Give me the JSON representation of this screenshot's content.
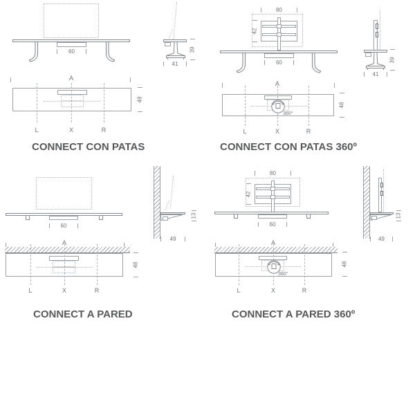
{
  "colors": {
    "line": "#9aa0a3",
    "line_dark": "#85898c",
    "dotted": "#b4b7b9",
    "dimension_text": "#6f7478",
    "title_text": "#57585a"
  },
  "diagrams": [
    {
      "title": "CONNECT CON PATAS",
      "front": {
        "shelf_width": "60"
      },
      "side": {
        "height": "39",
        "depth": "41"
      },
      "top": {
        "width_ref": "A",
        "depth": "48",
        "left_ref": "L",
        "center_ref": "X",
        "right_ref": "R"
      }
    },
    {
      "title": "CONNECT CON PATAS 360º",
      "front": {
        "shelf_width": "60",
        "bracket_width": "80",
        "bracket_height": "42"
      },
      "side": {
        "height": "39",
        "depth": "41"
      },
      "top": {
        "width_ref": "A",
        "depth": "48",
        "left_ref": "L",
        "center_ref": "X",
        "right_ref": "R",
        "rotation": "360°"
      }
    },
    {
      "title": "CONNECT A PARED",
      "front": {
        "shelf_width": "60"
      },
      "side": {
        "height": "13",
        "depth": "49"
      },
      "top": {
        "width_ref": "A",
        "depth": "48",
        "left_ref": "L",
        "center_ref": "X",
        "right_ref": "R"
      }
    },
    {
      "title": "CONNECT A PARED 360º",
      "front": {
        "shelf_width": "60",
        "bracket_width": "80",
        "bracket_height": "42"
      },
      "side": {
        "height": "13",
        "depth": "49"
      },
      "top": {
        "width_ref": "A",
        "depth": "48",
        "left_ref": "L",
        "center_ref": "X",
        "right_ref": "R",
        "rotation": "360°"
      }
    }
  ]
}
